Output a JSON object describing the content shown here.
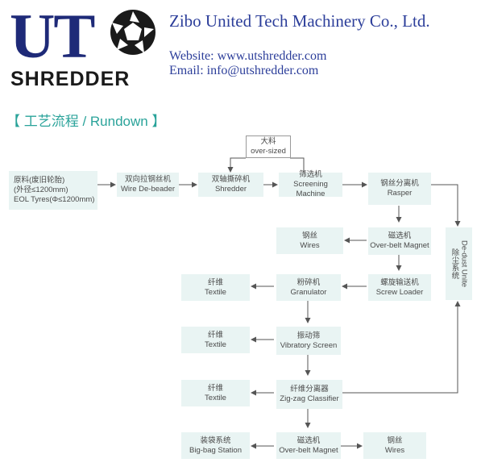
{
  "header": {
    "logo_ut": "UT",
    "logo_shredder": "SHREDDER",
    "company": "Zibo United Tech Machinery Co., Ltd.",
    "website": "Website: www.utshredder.com",
    "email": "Email: info@utshredder.com"
  },
  "section_title": "【 工艺流程 / Rundown 】",
  "colors": {
    "accent": "#2aa39a",
    "brand": "#1e2a78",
    "node_fill": "#e9f4f3"
  },
  "nodes": {
    "raw": {
      "zh": "原料(废旧轮胎)",
      "zh2": "(外径≤1200mm)",
      "en": "EOL Tyres(Φ≤1200mm)"
    },
    "oversized": {
      "zh": "大料",
      "en": "over-sized"
    },
    "debeader": {
      "zh": "双向拉钢丝机",
      "en": "Wire De-beader"
    },
    "shredder": {
      "zh": "双轴撕碎机",
      "en": "Shredder"
    },
    "screening": {
      "zh": "筛选机",
      "en": "Screening Machine"
    },
    "rasper": {
      "zh": "钢丝分离机",
      "en": "Rasper"
    },
    "wires1": {
      "zh": "钢丝",
      "en": "Wires"
    },
    "magnet1": {
      "zh": "磁选机",
      "en": "Over-belt Magnet"
    },
    "dedust": {
      "zh": "除尘系统",
      "en": "De-dust Unite"
    },
    "textile1": {
      "zh": "纤维",
      "en": "Textile"
    },
    "granulator": {
      "zh": "粉碎机",
      "en": "Granulator"
    },
    "screw": {
      "zh": "螺旋输送机",
      "en": "Screw Loader"
    },
    "textile2": {
      "zh": "纤维",
      "en": "Textile"
    },
    "vibratory": {
      "zh": "振动筛",
      "en": "Vibratory Screen"
    },
    "textile3": {
      "zh": "纤维",
      "en": "Textile"
    },
    "zigzag": {
      "zh": "纤维分离器",
      "en": "Zig-zag Classifier"
    },
    "bigbag": {
      "zh": "装袋系统",
      "en": "Big-bag Station"
    },
    "magnet2": {
      "zh": "磁选机",
      "en": "Over-belt Magnet"
    },
    "wires2": {
      "zh": "钢丝",
      "en": "Wires"
    }
  }
}
